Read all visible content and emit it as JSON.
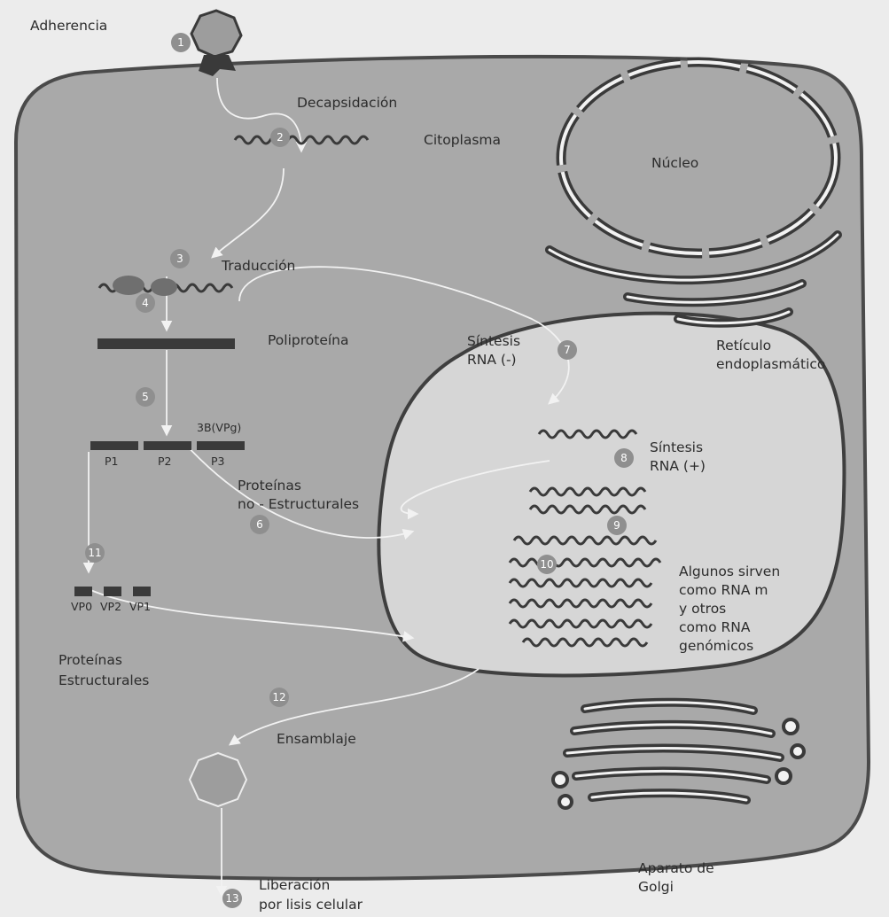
{
  "labels": {
    "adherencia": "Adherencia",
    "decapsidacion": "Decapsidación",
    "citoplasma": "Citoplasma",
    "nucleo": "Núcleo",
    "traduccion": "Traducción",
    "poliproteina": "Poliproteína",
    "sintesis_neg_1": "Síntesis",
    "sintesis_neg_2": "RNA (-)",
    "reticulo_1": "Retículo",
    "reticulo_2": "endoplasmático",
    "vpg": "3B(VPg)",
    "p1": "P1",
    "p2": "P2",
    "p3": "P3",
    "sintesis_pos_1": "Síntesis",
    "sintesis_pos_2": "RNA (+)",
    "no_estructurales_1": "Proteínas",
    "no_estructurales_2": "no - Estructurales",
    "algunos_1": "Algunos sirven",
    "algunos_2": "como RNA m",
    "algunos_3": "y otros",
    "algunos_4": "como RNA",
    "algunos_5": "genómicos",
    "vp0": "VP0",
    "vp2": "VP2",
    "vp1": "VP1",
    "estructurales_1": "Proteínas",
    "estructurales_2": "Estructurales",
    "ensamblaje": "Ensamblaje",
    "golgi_1": "Aparato de",
    "golgi_2": "Golgi",
    "liberacion_1": "Liberación",
    "liberacion_2": "por lisis celular"
  },
  "steps": [
    "1",
    "2",
    "3",
    "4",
    "5",
    "6",
    "7",
    "8",
    "9",
    "10",
    "11",
    "12",
    "13"
  ],
  "colors": {
    "background": "#ececec",
    "cell_fill": "#a9a9a9",
    "membrane": "#4a4a4a",
    "nucleus_fill": "#d6d6d6",
    "dark": "#3a3a3a",
    "step_circle": "#8f8f8f",
    "pale": "#f2f2f2"
  }
}
